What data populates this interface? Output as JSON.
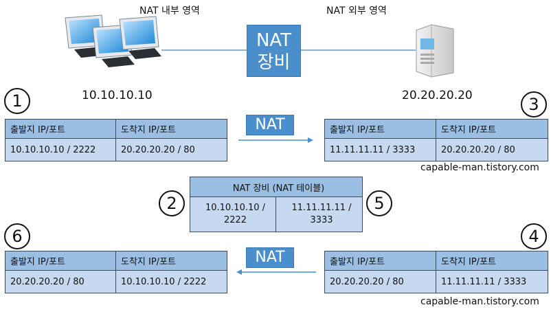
{
  "zones": {
    "inside": "NAT 내부 영역",
    "outside": "NAT 외부 영역"
  },
  "device": {
    "line1": "NAT",
    "line2": "장비"
  },
  "hosts": {
    "inside_ip": "10.10.10.10",
    "outside_ip": "20.20.20.20"
  },
  "steps": {
    "s1": "1",
    "s2": "2",
    "s3": "3",
    "s4": "4",
    "s5": "5",
    "s6": "6"
  },
  "nat_label": "NAT",
  "headers": {
    "src": "출발지 IP/포트",
    "dst": "도착지 IP/포트"
  },
  "packets": {
    "p1": {
      "src": "10.10.10.10 / 2222",
      "dst": "20.20.20.20 / 80"
    },
    "p3": {
      "src": "11.11.11.11 / 3333",
      "dst": "20.20.20.20 / 80"
    },
    "p4": {
      "src": "20.20.20.20 / 80",
      "dst": "11.11.11.11 / 3333"
    },
    "p6": {
      "src": "20.20.20.20 / 80",
      "dst": "10.10.10.10 / 2222"
    }
  },
  "nat_table": {
    "title": "NAT 장비 (NAT 테이블)",
    "inside_l1": "10.10.10.10 /",
    "inside_l2": "2222",
    "outside_l1": "11.11.11.11 /",
    "outside_l2": "3333"
  },
  "credit": "capable-man.tistory.com",
  "colors": {
    "accent": "#4a8fcb",
    "header": "#9bbee3",
    "cell": "#c6d9f1"
  }
}
